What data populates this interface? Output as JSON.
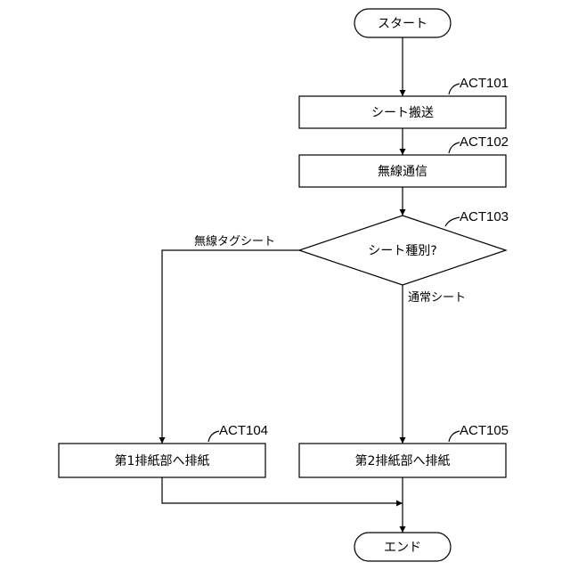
{
  "nodes": {
    "start": "スタート",
    "act101": "シート搬送",
    "act102": "無線通信",
    "decision": "シート種別?",
    "act104": "第1排紙部へ排紙",
    "act105": "第2排紙部へ排紙",
    "end": "エンド"
  },
  "step_labels": {
    "act101": "ACT101",
    "act102": "ACT102",
    "act103": "ACT103",
    "act104": "ACT104",
    "act105": "ACT105"
  },
  "branches": {
    "left": "無線タグシート",
    "down": "通常シート"
  }
}
